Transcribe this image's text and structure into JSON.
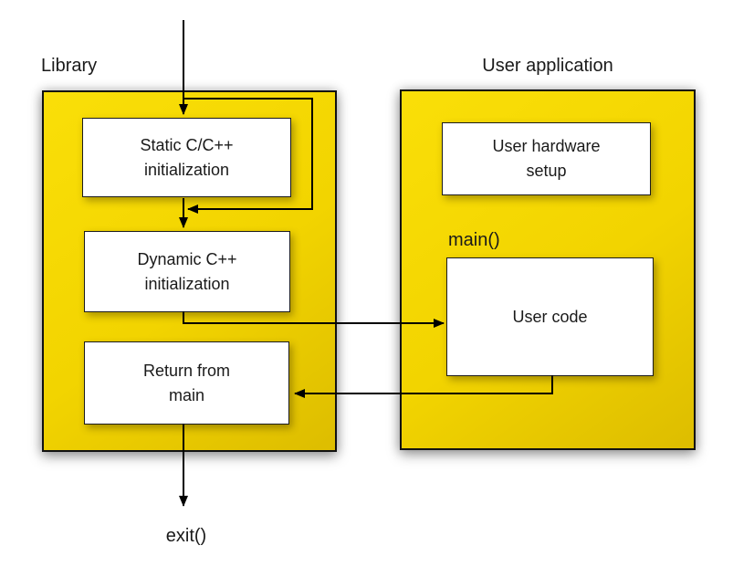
{
  "diagram": {
    "type": "flowchart",
    "containers": [
      {
        "id": "library",
        "label": "Library"
      },
      {
        "id": "user-application",
        "label": "User application"
      }
    ],
    "nodes": [
      {
        "id": "static-init",
        "container": "library",
        "label": "Static C/C++\ninitialization"
      },
      {
        "id": "dynamic-init",
        "container": "library",
        "label": "Dynamic C++\ninitialization"
      },
      {
        "id": "return-main",
        "container": "library",
        "label": "Return from\nmain"
      },
      {
        "id": "hardware-setup",
        "container": "user-application",
        "label": "User hardware\nsetup"
      },
      {
        "id": "user-code",
        "container": "user-application",
        "label": "User code"
      }
    ],
    "annotations": [
      {
        "id": "main-label",
        "text": "main()"
      },
      {
        "id": "exit-label",
        "text": "exit()"
      }
    ],
    "edges": [
      {
        "from": "start",
        "to": "static-init",
        "type": "arrow"
      },
      {
        "from": "start",
        "to": "static-init-exit",
        "type": "loop-around-static-init"
      },
      {
        "from": "static-init",
        "to": "dynamic-init",
        "type": "arrow"
      },
      {
        "from": "dynamic-init",
        "to": "user-code",
        "type": "arrow"
      },
      {
        "from": "user-code",
        "to": "return-main",
        "type": "arrow"
      },
      {
        "from": "return-main",
        "to": "exit",
        "type": "arrow"
      }
    ],
    "colors": {
      "container-fill-top": "#fadf08",
      "container-fill-mid": "#f2d400",
      "container-fill-bottom": "#ddbd00",
      "container-border": "#111111",
      "node-fill": "#ffffff",
      "node-border": "#1c1c1c",
      "line": "#000000",
      "text": "#1a1a1a",
      "background": "#ffffff"
    }
  }
}
